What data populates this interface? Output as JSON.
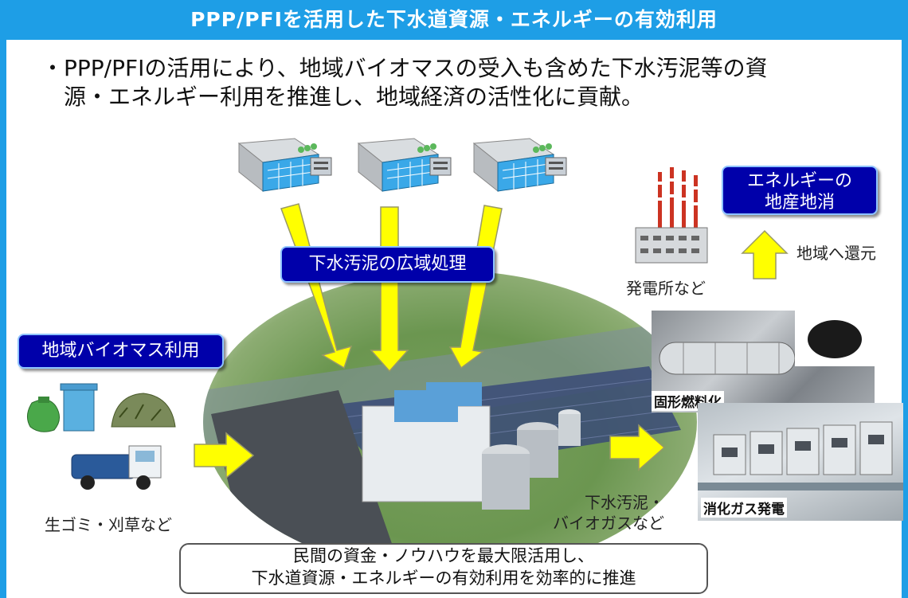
{
  "title": "PPP/PFIを活用した下水道資源・エネルギーの有効利用",
  "intro_line1": "・PPP/PFIの活用により、地域バイオマスの受入も含めた下水汚泥等の資",
  "intro_line2": "源・エネルギー利用を推進し、地域経済の活性化に貢献。",
  "box_wide_area": "下水汚泥の広域処理",
  "box_biomass": "地域バイオマス利用",
  "box_energy_line1": "エネルギーの",
  "box_energy_line2": "地産地消",
  "label_return": "地域へ還元",
  "label_powerplant": "発電所など",
  "label_garbage": "生ゴミ・刈草など",
  "label_sludge_line1": "下水汚泥・",
  "label_sludge_line2": "バイオガスなど",
  "caption_solid_fuel": "固形燃料化",
  "caption_gas_power": "消化ガス発電",
  "bottom_line1": "民間の資金・ノウハウを最大限活用し、",
  "bottom_line2": "下水道資源・エネルギーの有効利用を効率的に推進",
  "colors": {
    "header": "#1e9ee6",
    "box": "#0000aa",
    "arrow": "#ffff00"
  }
}
